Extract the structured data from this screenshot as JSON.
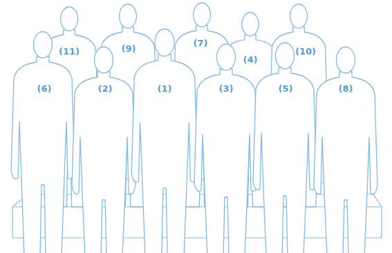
{
  "diagram": {
    "labels": [
      "(11)",
      "(9)",
      "(7)",
      "(4)",
      "(10)",
      "(6)",
      "(2)",
      "(1)",
      "(3)",
      "(5)",
      "(8)"
    ]
  }
}
